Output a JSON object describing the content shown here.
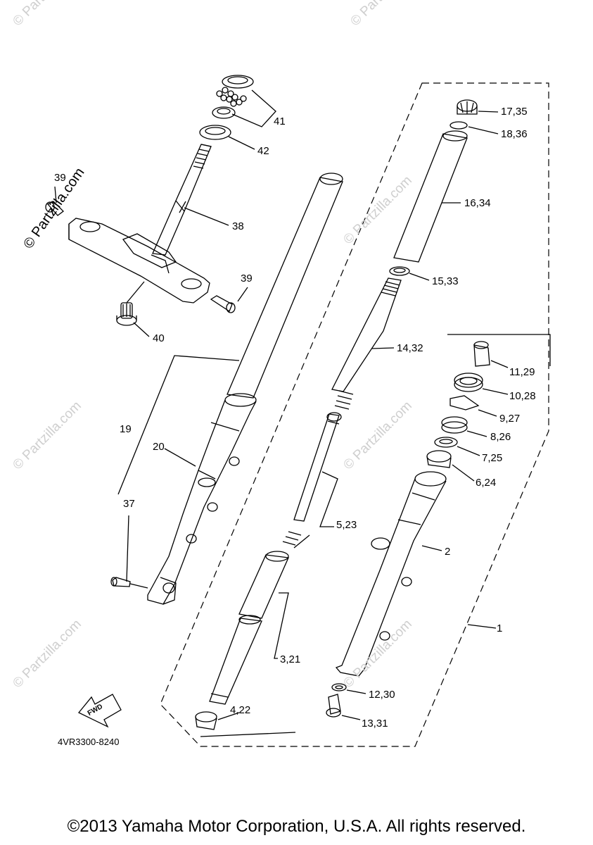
{
  "watermark": "© Partzilla.com",
  "diagram_code": "4VR3300-8240",
  "fwd_label": "FWD",
  "copyright": "©2013 Yamaha Motor Corporation, U.S.A. All rights reserved.",
  "callouts": {
    "c1": "1",
    "c2": "2",
    "c3": "3,21",
    "c4": "4,22",
    "c5": "5,23",
    "c6": "6,24",
    "c7": "7,25",
    "c8": "8,26",
    "c9": "9,27",
    "c10": "10,28",
    "c11": "11,29",
    "c12": "12,30",
    "c13": "13,31",
    "c14": "14,32",
    "c15": "15,33",
    "c16": "16,34",
    "c17": "17,35",
    "c18": "18,36",
    "c19": "19",
    "c20": "20",
    "c37": "37",
    "c38": "38",
    "c39a": "39",
    "c39b": "39",
    "c40": "40",
    "c41": "41",
    "c42": "42"
  }
}
